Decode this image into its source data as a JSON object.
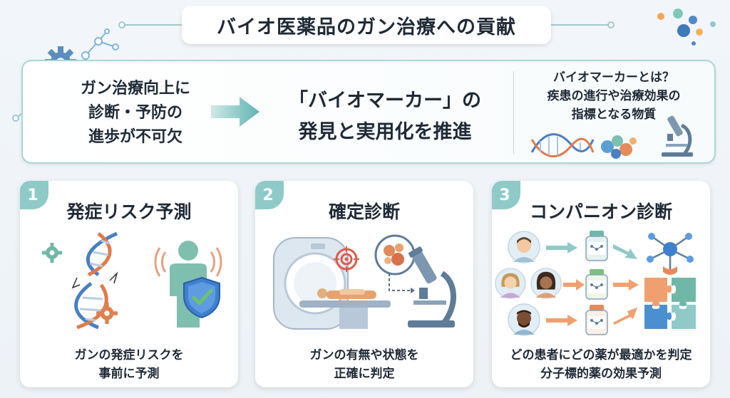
{
  "title": "バイオ医薬品のガン治療への貢献",
  "banner": {
    "left_lines": [
      "ガン治療向上に",
      "診断・予防の",
      "進歩が不可欠"
    ],
    "middle_lines": [
      "「バイオマーカー」の",
      "発見と実用化を推進"
    ],
    "right_lines": [
      "バイオマーカーとは？",
      "疾患の進行や治療効果の",
      "指標となる物質"
    ]
  },
  "cards": [
    {
      "number": "1",
      "title": "発症リスク予測",
      "desc": [
        "ガンの発症リスクを",
        "事前に予測"
      ]
    },
    {
      "number": "2",
      "title": "確定診断",
      "desc": [
        "ガンの有無や状態を",
        "正確に判定"
      ]
    },
    {
      "number": "3",
      "title": "コンパニオン診断",
      "desc": [
        "どの患者にどの薬が最適かを判定",
        "分子標的薬の効果予測"
      ]
    }
  ],
  "icons": {
    "decor": [
      "gear-icon",
      "molecule-icon"
    ],
    "banner": [
      "dna-icon",
      "microscope-icon"
    ],
    "card1": [
      "dna-icon",
      "person-icon",
      "shield-check-icon"
    ],
    "card2": [
      "ct-scanner-icon",
      "target-icon",
      "cell-icon",
      "microscope-icon"
    ],
    "card3": [
      "patient-icon",
      "medicine-bottle-icon",
      "puzzle-icon"
    ]
  },
  "colors": {
    "accent_teal": "#8fcac9",
    "arrow_orange": "#f0a070",
    "dna_blue": "#4a7fc1",
    "shield_blue": "#3f7fd0",
    "check_green": "#6cc26c"
  }
}
